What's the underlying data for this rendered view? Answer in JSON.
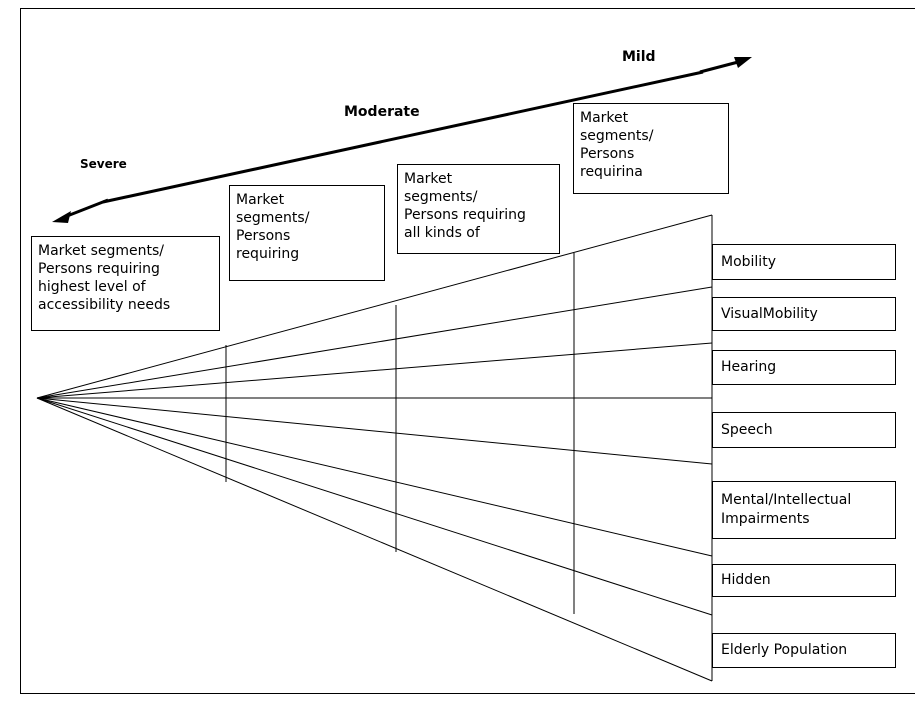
{
  "scale": {
    "mild": "Mild",
    "moderate": "Moderate",
    "severe": "Severe"
  },
  "segments": {
    "severe": "Market segments/\nPersons requiring\nhighest level of\naccessibility needs",
    "moderate": "Market\nsegments/\nPersons\nrequiring",
    "all_kinds": "Market\nsegments/\nPersons requiring\nall kinds of",
    "mild": "Market\nsegments/\nPersons\nrequirina"
  },
  "categories": {
    "mobility": "Mobility",
    "visual_mobility": "VisualMobility",
    "hearing": "Hearing",
    "speech": "Speech",
    "mental": "Mental/Intellectual\nImpairments",
    "hidden": "Hidden",
    "elderly": "Elderly Population"
  }
}
